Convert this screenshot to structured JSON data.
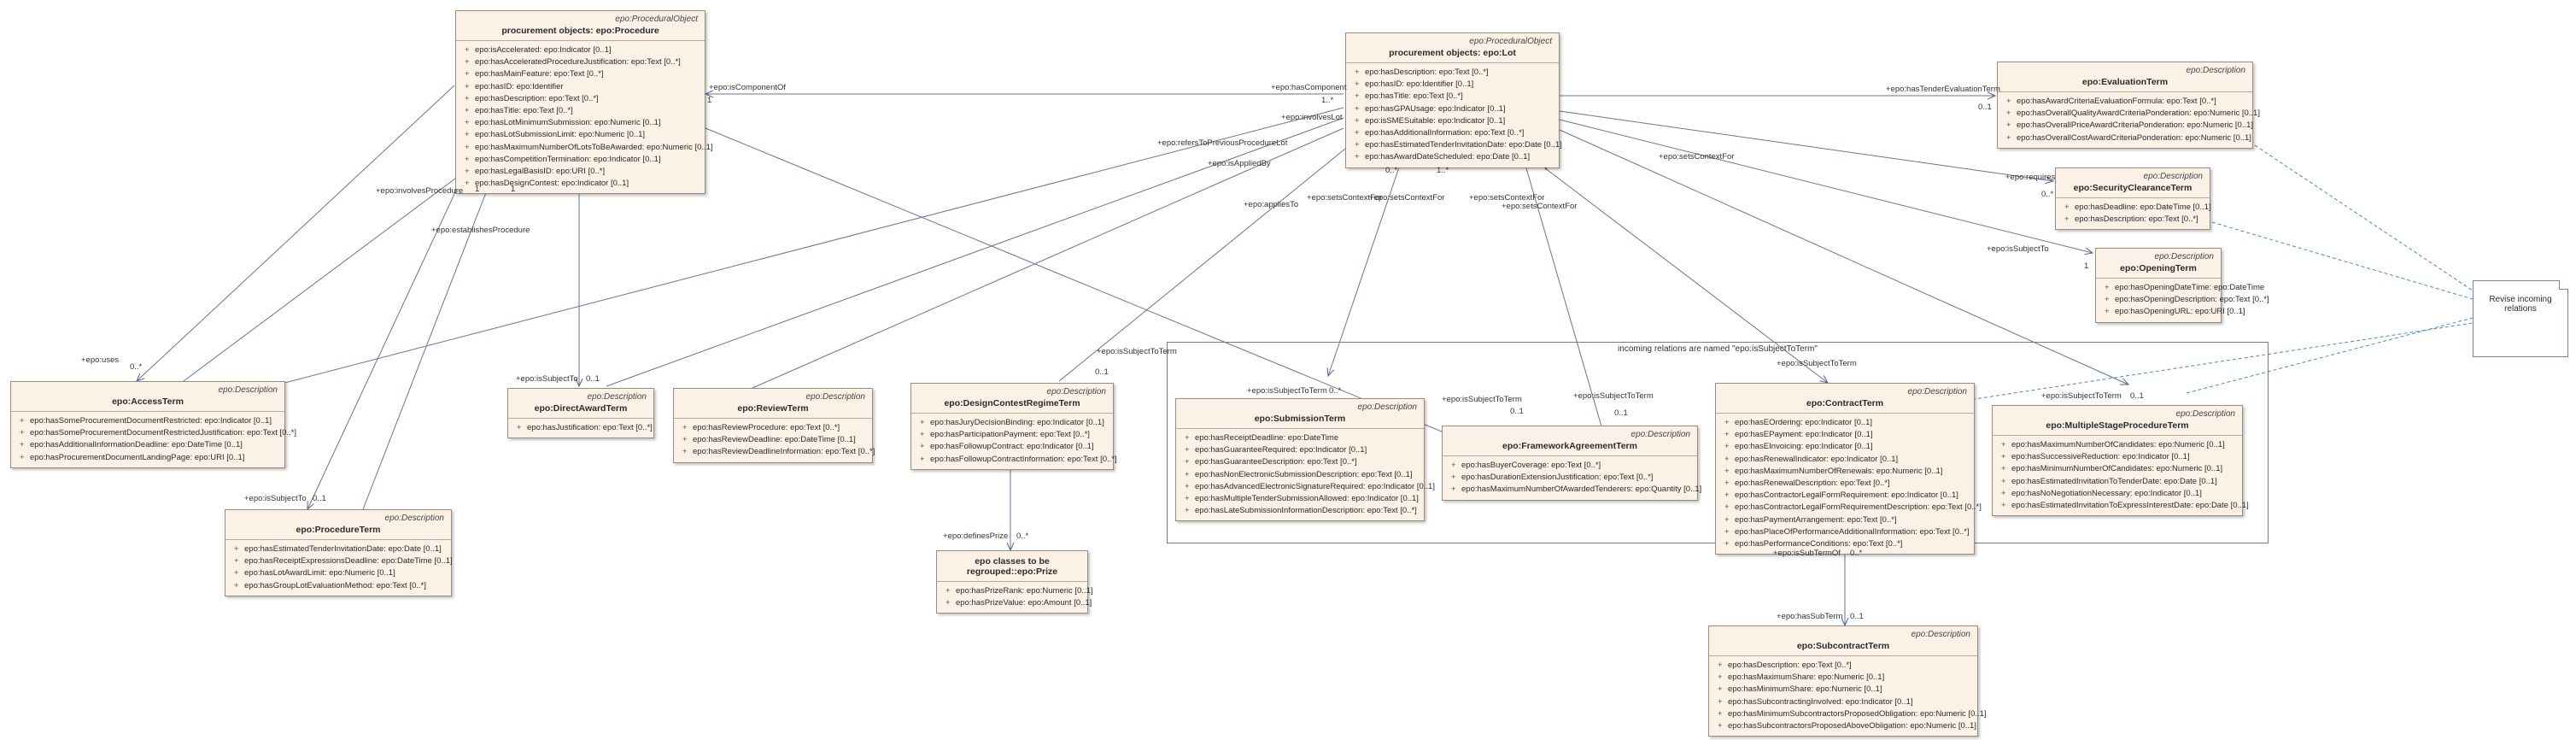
{
  "classes": {
    "procedure": {
      "stereotype": "epo:ProceduralObject",
      "name": "procurement objects: epo:Procedure",
      "attributes": [
        "epo:isAccelerated: epo:Indicator [0..1]",
        "epo:hasAcceleratedProcedureJustification: epo:Text [0..*]",
        "epo:hasMainFeature: epo:Text [0..*]",
        "epo:hasID: epo:Identifier",
        "epo:hasDescription: epo:Text [0..*]",
        "epo:hasTitle: epo:Text [0..*]",
        "epo:hasLotMinimumSubmission: epo:Numeric [0..1]",
        "epo:hasLotSubmissionLimit: epo:Numeric [0..1]",
        "epo:hasMaximumNumberOfLotsToBeAwarded: epo:Numeric [0..1]",
        "epo:hasCompetitionTermination: epo:Indicator [0..1]",
        "epo:hasLegalBasisID: epo:URI [0..*]",
        "epo:hasDesignContest: epo:Indicator [0..1]"
      ]
    },
    "lot": {
      "stereotype": "epo:ProceduralObject",
      "name": "procurement objects: epo:Lot",
      "attributes": [
        "epo:hasDescription: epo:Text [0..*]",
        "epo:hasID: epo:Identifier [0..1]",
        "epo:hasTitle: epo:Text [0..*]",
        "epo:hasGPAUsage: epo:Indicator [0..1]",
        "epo:isSMESuitable: epo:Indicator [0..1]",
        "epo:hasAdditionalInformation: epo:Text [0..*]",
        "epo:hasEstimatedTenderInvitationDate: epo:Date [0..1]",
        "epo:hasAwardDateScheduled: epo:Date [0..1]"
      ]
    },
    "evaluation": {
      "stereotype": "epo:Description",
      "name": "epo:EvaluationTerm",
      "attributes": [
        "epo:hasAwardCriteriaEvaluationFormula: epo:Text [0..*]",
        "epo:hasOverallQualityAwardCriteriaPonderation: epo:Numeric [0..1]",
        "epo:hasOverallPriceAwardCriteriaPonderation: epo:Numeric [0..1]",
        "epo:hasOverallCostAwardCriteriaPonderation: epo:Numeric [0..1]"
      ]
    },
    "security": {
      "stereotype": "epo:Description",
      "name": "epo:SecurityClearanceTerm",
      "attributes": [
        "epo:hasDeadline: epo:DateTime [0..1]",
        "epo:hasDescription: epo:Text [0..*]"
      ]
    },
    "opening": {
      "stereotype": "epo:Description",
      "name": "epo:OpeningTerm",
      "attributes": [
        "epo:hasOpeningDateTime: epo:DateTime",
        "epo:hasOpeningDescription: epo:Text [0..*]",
        "epo:hasOpeningURL: epo:URI [0..1]"
      ]
    },
    "access": {
      "stereotype": "epo:Description",
      "name": "epo:AccessTerm",
      "attributes": [
        "epo:hasSomeProcurementDocumentRestricted: epo:Indicator [0..1]",
        "epo:hasSomeProcurementDocumentRestrictedJustification: epo:Text [0..*]",
        "epo:hasAdditionalInformationDeadline: epo:DateTime [0..1]",
        "epo:hasProcurementDocumentLandingPage: epo:URI [0..1]"
      ]
    },
    "directAward": {
      "stereotype": "epo:Description",
      "name": "epo:DirectAwardTerm",
      "attributes": [
        "epo:hasJustification: epo:Text [0..*]"
      ]
    },
    "review": {
      "stereotype": "epo:Description",
      "name": "epo:ReviewTerm",
      "attributes": [
        "epo:hasReviewProcedure: epo:Text [0..*]",
        "epo:hasReviewDeadline: epo:DateTime [0..1]",
        "epo:hasReviewDeadlineInformation: epo:Text [0..*]"
      ]
    },
    "designContest": {
      "stereotype": "epo:Description",
      "name": "epo:DesignContestRegimeTerm",
      "attributes": [
        "epo:hasJuryDecisionBinding: epo:Indicator [0..1]",
        "epo:hasParticipationPayment: epo:Text [0..*]",
        "epo:hasFollowupContract: epo:Indicator [0..1]",
        "epo:hasFollowupContractInformation: epo:Text [0..*]"
      ]
    },
    "procedureTerm": {
      "stereotype": "epo:Description",
      "name": "epo:ProcedureTerm",
      "attributes": [
        "epo:hasEstimatedTenderInvitationDate: epo:Date [0..1]",
        "epo:hasReceiptExpressionsDeadline: epo:DateTime [0..1]",
        "epo:hasLotAwardLimit: epo:Numeric [0..1]",
        "epo:hasGroupLotEvaluationMethod: epo:Text [0..*]"
      ]
    },
    "prize": {
      "stereotype": "",
      "name": "epo classes to be regrouped::epo:Prize",
      "attributes": [
        "epo:hasPrizeRank: epo:Numeric [0..1]",
        "epo:hasPrizeValue: epo:Amount [0..1]"
      ]
    },
    "submission": {
      "stereotype": "epo:Description",
      "name": "epo:SubmissionTerm",
      "attributes": [
        "epo:hasReceiptDeadline: epo:DateTime",
        "epo:hasGuaranteeRequired: epo:Indicator [0..1]",
        "epo:hasGuaranteeDescription: epo:Text [0..*]",
        "epo:hasNonElectronicSubmissionDescription: epo:Text [0..1]",
        "epo:hasAdvancedElectronicSignatureRequired: epo:Indicator [0..1]",
        "epo:hasMultipleTenderSubmissionAllowed: epo:Indicator [0..1]",
        "epo:hasLateSubmissionInformationDescription: epo:Text [0..*]"
      ]
    },
    "framework": {
      "stereotype": "epo:Description",
      "name": "epo:FrameworkAgreementTerm",
      "attributes": [
        "epo:hasBuyerCoverage: epo:Text [0..*]",
        "epo:hasDurationExtensionJustification: epo:Text [0..*]",
        "epo:hasMaximumNumberOfAwardedTenderers: epo:Quantity [0..1]"
      ]
    },
    "contract": {
      "stereotype": "epo:Description",
      "name": "epo:ContractTerm",
      "attributes": [
        "epo:hasEOrdering: epo:Indicator [0..1]",
        "epo:hasEPayment: epo:Indicator [0..1]",
        "epo:hasEInvoicing: epo:Indicator [0..1]",
        "epo:hasRenewalIndicator: epo:Indicator [0..1]",
        "epo:hasMaximumNumberOfRenewals: epo:Numeric [0..1]",
        "epo:hasRenewalDescription: epo:Text [0..*]",
        "epo:hasContractorLegalFormRequirement: epo:Indicator [0..1]",
        "epo:hasContractorLegalFormRequirementDescription: epo:Text [0..*]",
        "epo:hasPaymentArrangement: epo:Text [0..*]",
        "epo:hasPlaceOfPerformanceAdditionalInformation: epo:Text [0..*]",
        "epo:hasPerformanceConditions: epo:Text [0..*]"
      ]
    },
    "multiStage": {
      "stereotype": "epo:Description",
      "name": "epo:MultipleStageProcedureTerm",
      "attributes": [
        "epo:hasMaximumNumberOfCandidates: epo:Numeric [0..1]",
        "epo:hasSuccessiveReduction: epo:Indicator [0..1]",
        "epo:hasMinimumNumberOfCandidates: epo:Numeric [0..1]",
        "epo:hasEstimatedInvitationToTenderDate: epo:Date [0..1]",
        "epo:hasNoNegotiationNecessary: epo:Indicator [0..1]",
        "epo:hasEstimatedInvitationToExpressInterestDate: epo:Date [0..1]"
      ]
    },
    "subcontract": {
      "stereotype": "epo:Description",
      "name": "epo:SubcontractTerm",
      "attributes": [
        "epo:hasDescription: epo:Text [0..*]",
        "epo:hasMaximumShare: epo:Numeric [0..1]",
        "epo:hasMinimumShare: epo:Numeric [0..1]",
        "epo:hasSubcontractingInvolved: epo:Indicator [0..1]",
        "epo:hasMinimumSubcontractorsProposedObligation: epo:Numeric [0..1]",
        "epo:hasSubcontractorsProposedAboveObligation: epo:Numeric [0..1]"
      ]
    }
  },
  "frame": {
    "title": "incoming relations are named \"epo:isSubjectToTerm\""
  },
  "note": {
    "text": "Revise incoming relations"
  },
  "labels": {
    "isComponentOf": "+epo:isComponentOf",
    "hasComponent": "+epo:hasComponent",
    "involvesLot": "+epo:involvesLot",
    "refersToPreviousProcedureLot": "+epo:refersToPreviousProcedureLot",
    "isAppliedBy": "+epo:isAppliedBy",
    "appliesTo": "+epo:appliesTo",
    "setsContextFor1": "+epo:setsContextFor",
    "setsContextFor2": "+epo:setsContextFor",
    "setsContextFor3": "+epo:setsContextFor",
    "setsContextFor4": "+epo:setsContextFor",
    "setsContextFor5": "+epo:setsContextFor",
    "hasTenderEvaluationTerm": "+epo:hasTenderEvaluationTerm",
    "requires": "+epo:requires",
    "isSubjectTo1": "+epo:isSubjectTo",
    "isSubjectTo2": "+epo:isSubjectTo",
    "isSubjectTo3": "+epo:isSubjectTo",
    "involvesProcedure": "+epo:involvesProcedure",
    "establishesProcedure": "+epo:establishesProcedure",
    "uses": "+epo:uses",
    "isSubjectToTerm1": "+epo:isSubjectToTerm",
    "isSubjectToTerm2": "+epo:isSubjectToTerm",
    "isSubjectToTerm3": "+epo:isSubjectToTerm",
    "isSubjectToTerm4": "+epo:isSubjectToTerm",
    "isSubjectToTerm5": "+epo:isSubjectToTerm",
    "isSubjectToTerm6": "+epo:isSubjectToTerm",
    "definesPrize": "+epo:definesPrize",
    "isSubTermOf": "+epo:isSubTermOf",
    "hasSubTerm": "+epo:hasSubTerm"
  },
  "mult": {
    "m_0s": "0..*",
    "m_01": "0..1",
    "m_1s": "1..*",
    "m_1": "1",
    "m_s": "*"
  }
}
